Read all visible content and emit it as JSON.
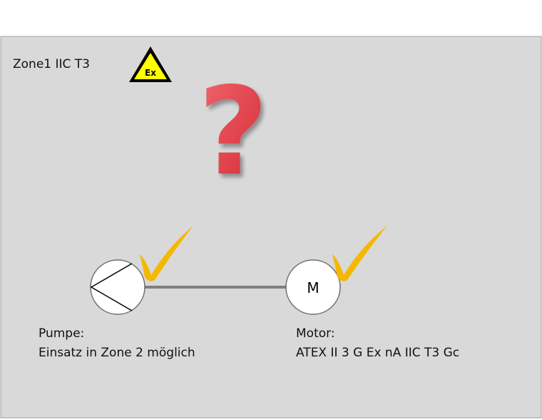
{
  "zone": {
    "label": "Zone1 IIC T3"
  },
  "ex_sign": {
    "text": "Ex",
    "fill": "#ffff00",
    "border": "#000000"
  },
  "question": {
    "text": "?",
    "color": "#e0404a"
  },
  "pump": {
    "title": "Pumpe:",
    "description": "Einsatz in Zone 2 möglich",
    "check_icon": "checkmark-icon"
  },
  "motor": {
    "symbol": "M",
    "title": "Motor:",
    "description": "ATEX II 3 G Ex nA IIC T3 Gc",
    "check_icon": "checkmark-icon"
  },
  "colors": {
    "background_panel": "#d9d9d9",
    "panel_border": "#a0a0a0",
    "check": "#f5b800",
    "shaft": "#7f7f7f"
  }
}
